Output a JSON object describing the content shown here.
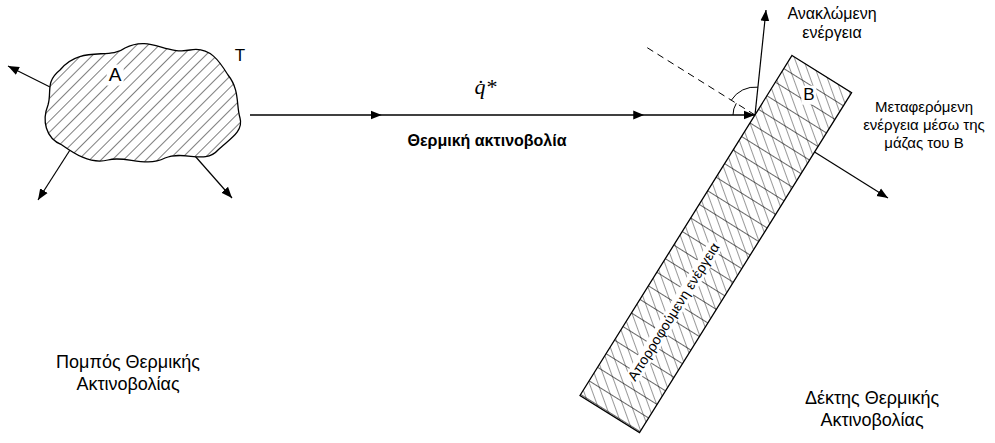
{
  "diagram": {
    "nodes": [
      {
        "text": [
          "A"
        ]
      },
      {
        "text": [
          "B",
          "Απορροφούμενη ενέργεια"
        ]
      }
    ],
    "edges": [
      {
        "from": 0,
        "to": 1,
        "arrow": "to",
        "label": "q̇*"
      }
    ],
    "labels": [
      "T",
      "Θερμική ακτινοβολία",
      "Ανακλώμενη ενέργεια",
      "Μεταφερόμενη ενέργεια μέσω της μάζας του Β",
      "Πομπός Θερμικής Ακτινοβολίας",
      "Δέκτης Θερμικής Ακτινοβολίας"
    ]
  }
}
